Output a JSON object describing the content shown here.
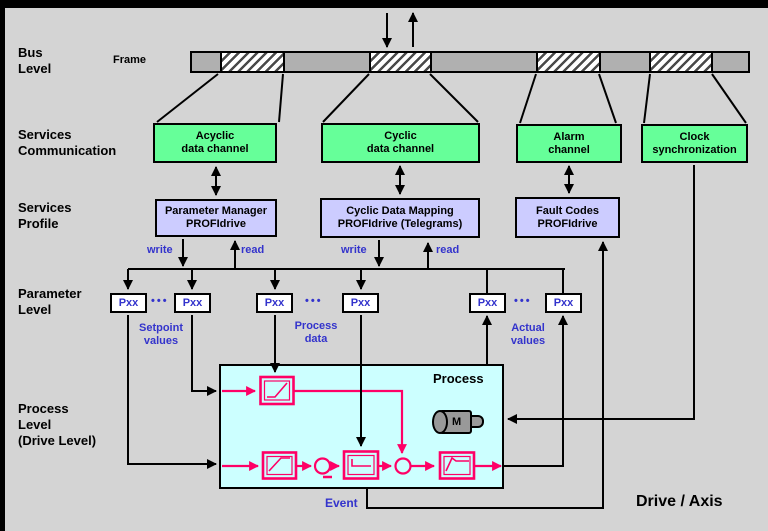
{
  "headings": {
    "bus": [
      "Bus",
      "Level"
    ],
    "services_communication": [
      "Services",
      "Communication"
    ],
    "services_profile": [
      "Services",
      "Profile"
    ],
    "parameter_level": [
      "Parameter",
      "Level"
    ],
    "process_level": [
      "Process",
      "Level",
      "(Drive Level)"
    ]
  },
  "frame": {
    "label": "Frame",
    "segments": [
      {
        "type": "gray",
        "width": 28
      },
      {
        "type": "hatched",
        "width": 65
      },
      {
        "type": "gray",
        "width": 85
      },
      {
        "type": "hatched",
        "width": 63
      },
      {
        "type": "gray",
        "width": 104
      },
      {
        "type": "hatched",
        "width": 65
      },
      {
        "type": "gray",
        "width": 49
      },
      {
        "type": "hatched",
        "width": 64
      },
      {
        "type": "gray",
        "width": 35
      }
    ]
  },
  "channels": {
    "acyclic": [
      "Acyclic",
      "data channel"
    ],
    "cyclic": [
      "Cyclic",
      "data channel"
    ],
    "alarm": [
      "Alarm",
      "channel"
    ],
    "clock": [
      "Clock",
      "synchronization"
    ]
  },
  "profile": {
    "parameter_manager": [
      "Parameter Manager",
      "PROFIdrive"
    ],
    "cyclic_mapping": [
      "Cyclic Data Mapping",
      "PROFIdrive (Telegrams)"
    ],
    "fault_codes": [
      "Fault Codes",
      "PROFIdrive"
    ]
  },
  "labels": {
    "write": "write",
    "read": "read",
    "pxx": "Pxx",
    "ellipsis": "•••",
    "setpoint": [
      "Setpoint",
      "values"
    ],
    "process_data": [
      "Process",
      "data"
    ],
    "actual": [
      "Actual",
      "values"
    ],
    "process": "Process",
    "motor": "M",
    "event": "Event",
    "drive_axis": "Drive / Axis"
  },
  "colors": {
    "background": "#d4d4d4",
    "channel_green": "#66ff99",
    "profile_lavender": "#ccccff",
    "process_cyan": "#ccffff",
    "signal_pink": "#ff0066",
    "label_blue": "#3333cc",
    "frame_gray": "#b0b0b0"
  }
}
